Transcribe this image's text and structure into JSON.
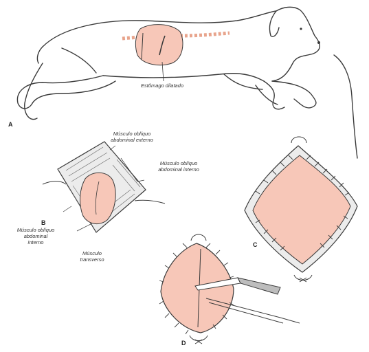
{
  "figure": {
    "panels": {
      "a": "A",
      "b": "B",
      "c": "C",
      "d": "D"
    },
    "labels": {
      "stomach_projection": "Estômago dilatado",
      "external_oblique": "Músculo oblíquo abdominal externo",
      "internal_oblique_top": "Músculo oblíquo abdominal interno",
      "internal_oblique_left": "Músculo oblíquo abdominal interno",
      "transverse": "Músculo transverso"
    },
    "colors": {
      "tissue": "#f7c7b8",
      "line": "#3a3a3a",
      "muscle_fill": "#ececec"
    },
    "icons": [
      "dog-outline",
      "scalpel-icon",
      "forceps-icon"
    ]
  }
}
